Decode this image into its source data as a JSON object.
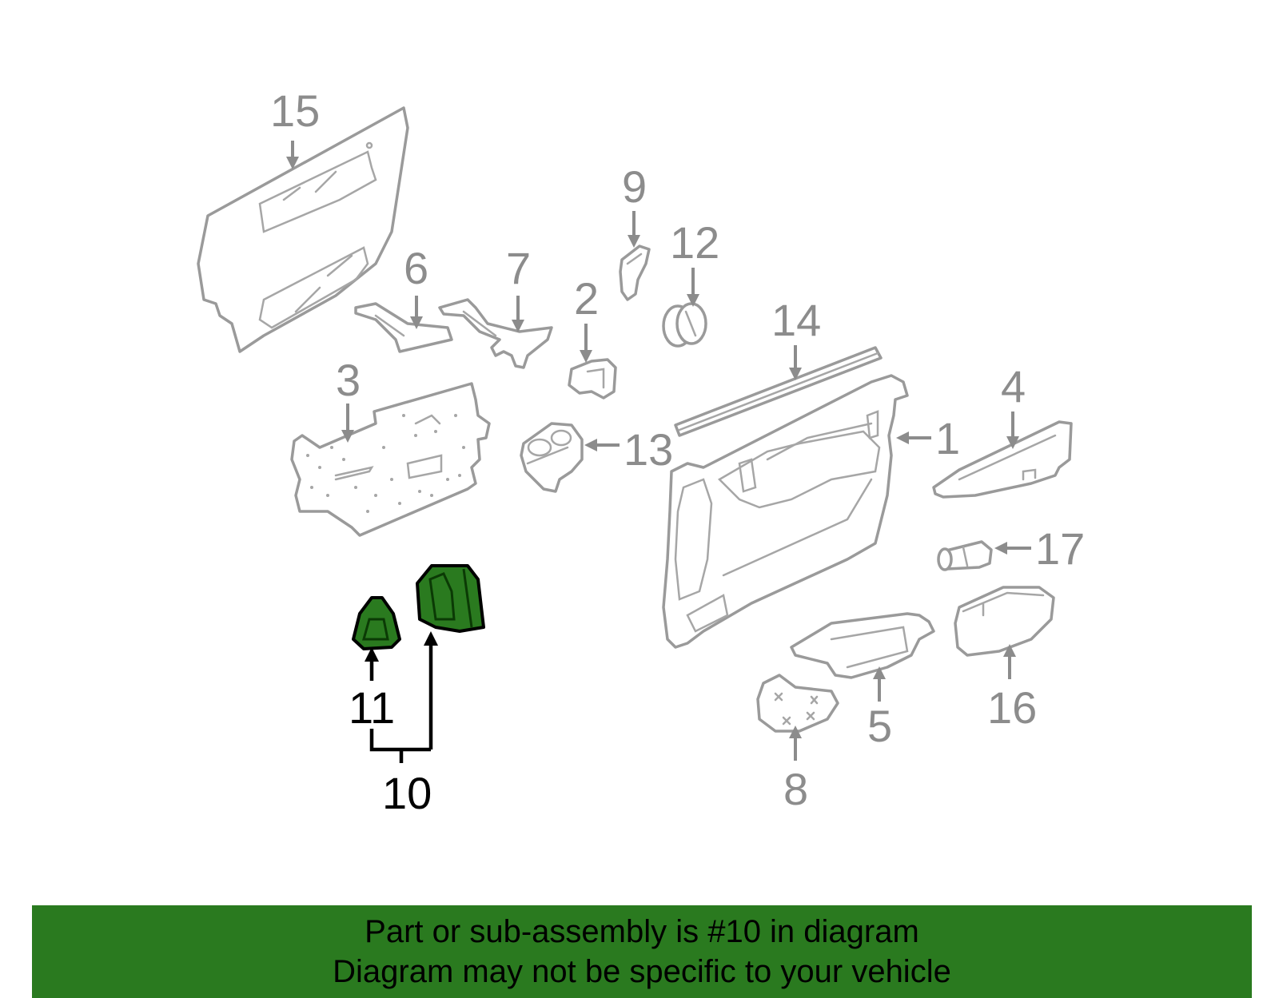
{
  "colors": {
    "highlight_part": "#2a7a1f",
    "outline_grey": "#9a9a9a",
    "callout_grey": "#8c8c8c",
    "callout_black": "#000000",
    "banner_background": "#2a7a1f",
    "banner_text": "#000000"
  },
  "callouts": {
    "c1": "1",
    "c2": "2",
    "c3": "3",
    "c4": "4",
    "c5": "5",
    "c6": "6",
    "c7": "7",
    "c8": "8",
    "c9": "9",
    "c10": "10",
    "c11": "11",
    "c12": "12",
    "c13": "13",
    "c14": "14",
    "c15": "15",
    "c16": "16",
    "c17": "17"
  },
  "highlighted_part": "10",
  "banner": {
    "line1": "Part or sub-assembly is #10 in diagram",
    "line2": "Diagram may not be specific to your vehicle"
  }
}
